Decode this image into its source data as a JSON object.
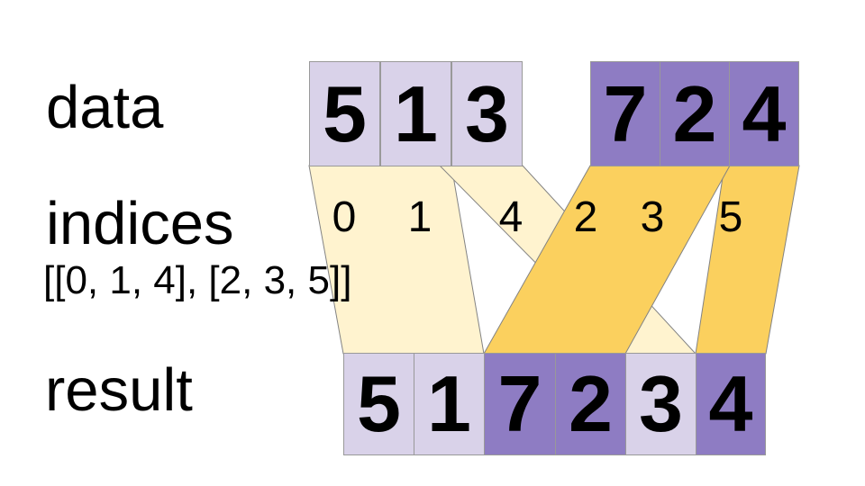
{
  "labels": {
    "data": "data",
    "indices": "indices",
    "indices_value": "[[0, 1, 4], [2, 3, 5]]",
    "result": "result"
  },
  "data_row": {
    "groups": [
      {
        "shade": "light",
        "cells": [
          "5",
          "1",
          "3"
        ]
      },
      {
        "shade": "dark",
        "cells": [
          "7",
          "2",
          "4"
        ]
      }
    ]
  },
  "indices_row": {
    "groups": [
      {
        "band": "cream",
        "values": [
          "0",
          "1",
          "4"
        ]
      },
      {
        "band": "gold",
        "values": [
          "2",
          "3",
          "5"
        ]
      }
    ]
  },
  "result_row": {
    "cells": [
      {
        "value": "5",
        "shade": "light"
      },
      {
        "value": "1",
        "shade": "light"
      },
      {
        "value": "7",
        "shade": "dark"
      },
      {
        "value": "2",
        "shade": "dark"
      },
      {
        "value": "3",
        "shade": "light"
      },
      {
        "value": "4",
        "shade": "dark"
      }
    ]
  },
  "colors": {
    "light_purple": "#D9D2E9",
    "dark_purple": "#8E7CC3",
    "cream": "#FFF3CF",
    "gold": "#FBD05E",
    "cell_border": "#999999",
    "ribbon_stroke": "#838383",
    "text": "#000000"
  }
}
